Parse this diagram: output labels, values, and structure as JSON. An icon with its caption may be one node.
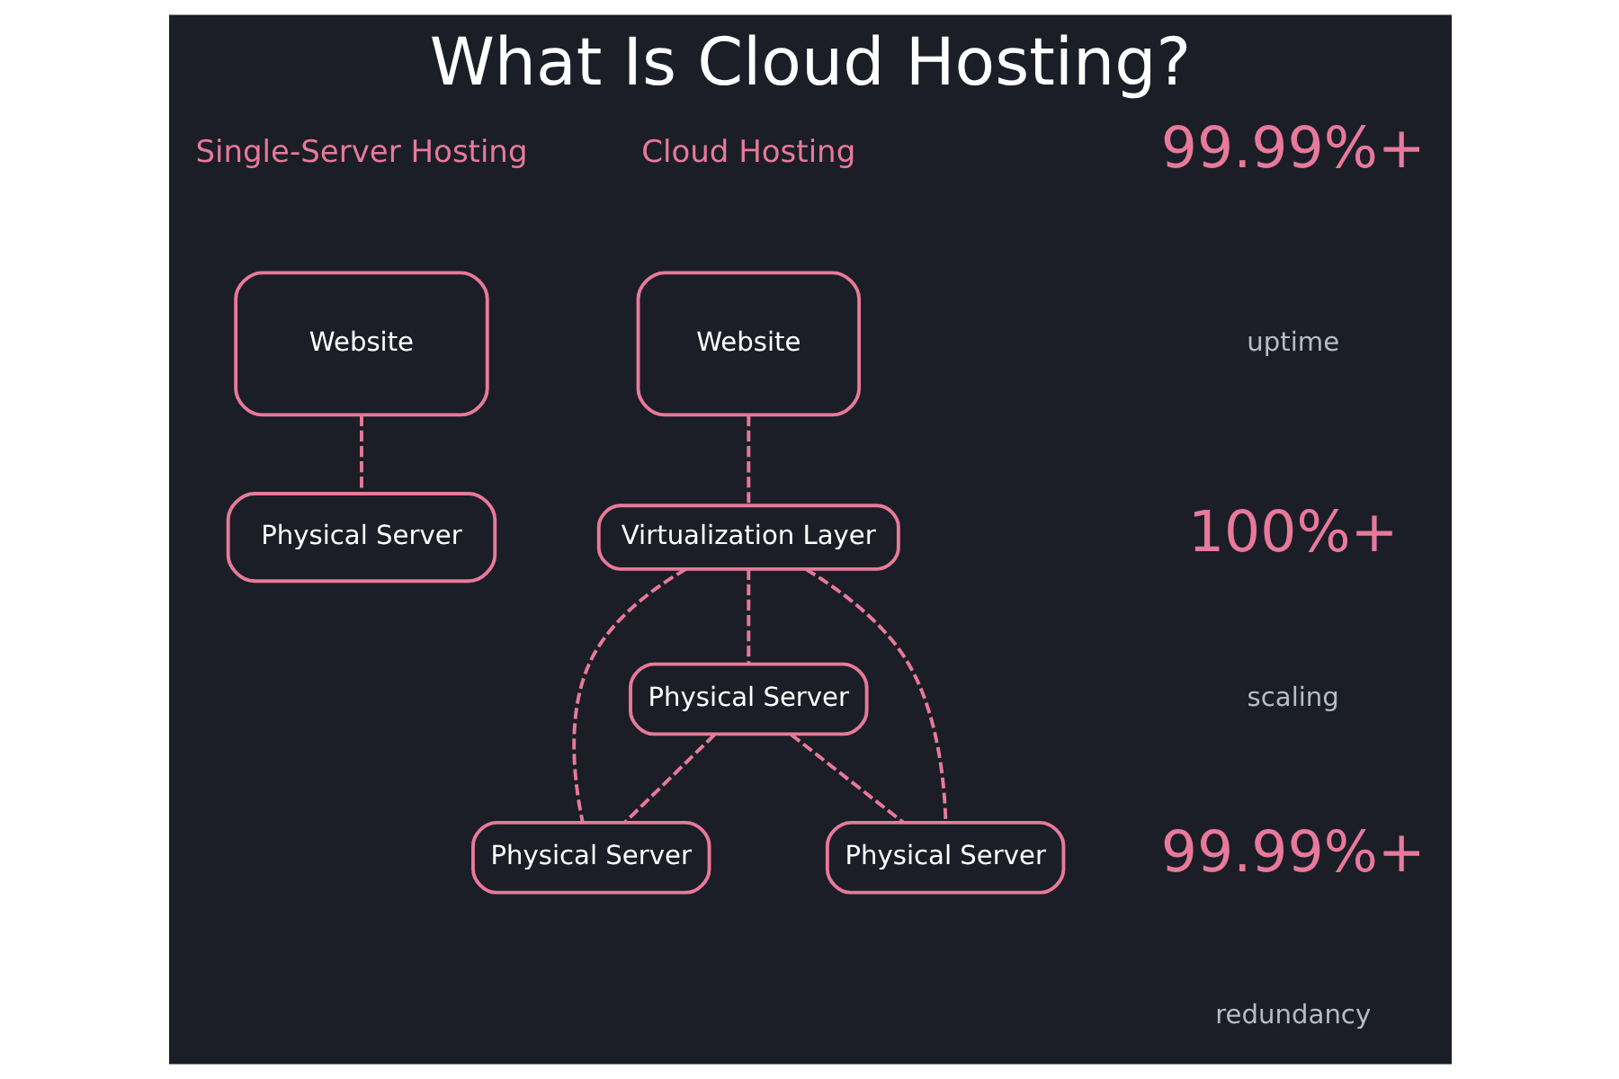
{
  "diagram": {
    "title": "What Is Cloud Hosting?",
    "nodes": [
      {
        "text": [
          "Website"
        ]
      },
      {
        "text": [
          "Physical Server"
        ]
      },
      {
        "text": [
          "Website"
        ]
      },
      {
        "text": [
          "Virtualization Layer"
        ]
      },
      {
        "text": [
          "Physical Server"
        ]
      },
      {
        "text": [
          "Physical Server"
        ]
      },
      {
        "text": [
          "Physical Server"
        ]
      }
    ],
    "edges": [
      {
        "from": 0,
        "to": 1,
        "arrow": "none",
        "style": "dashed"
      },
      {
        "from": 2,
        "to": 3,
        "arrow": "none",
        "style": "dashed"
      },
      {
        "from": 3,
        "to": 5,
        "arrow": "none",
        "style": "dashed"
      },
      {
        "from": 3,
        "to": 4,
        "arrow": "none",
        "style": "dashed"
      },
      {
        "from": 3,
        "to": 6,
        "arrow": "none",
        "style": "dashed"
      },
      {
        "from": 4,
        "to": 5,
        "arrow": "none",
        "style": "dashed"
      },
      {
        "from": 4,
        "to": 6,
        "arrow": "none",
        "style": "dashed"
      }
    ],
    "labels": [
      "Single-Server Hosting",
      "Cloud Hosting",
      "99.99%+",
      "uptime",
      "100%+",
      "scaling",
      "99.99%+",
      "redundancy"
    ]
  }
}
